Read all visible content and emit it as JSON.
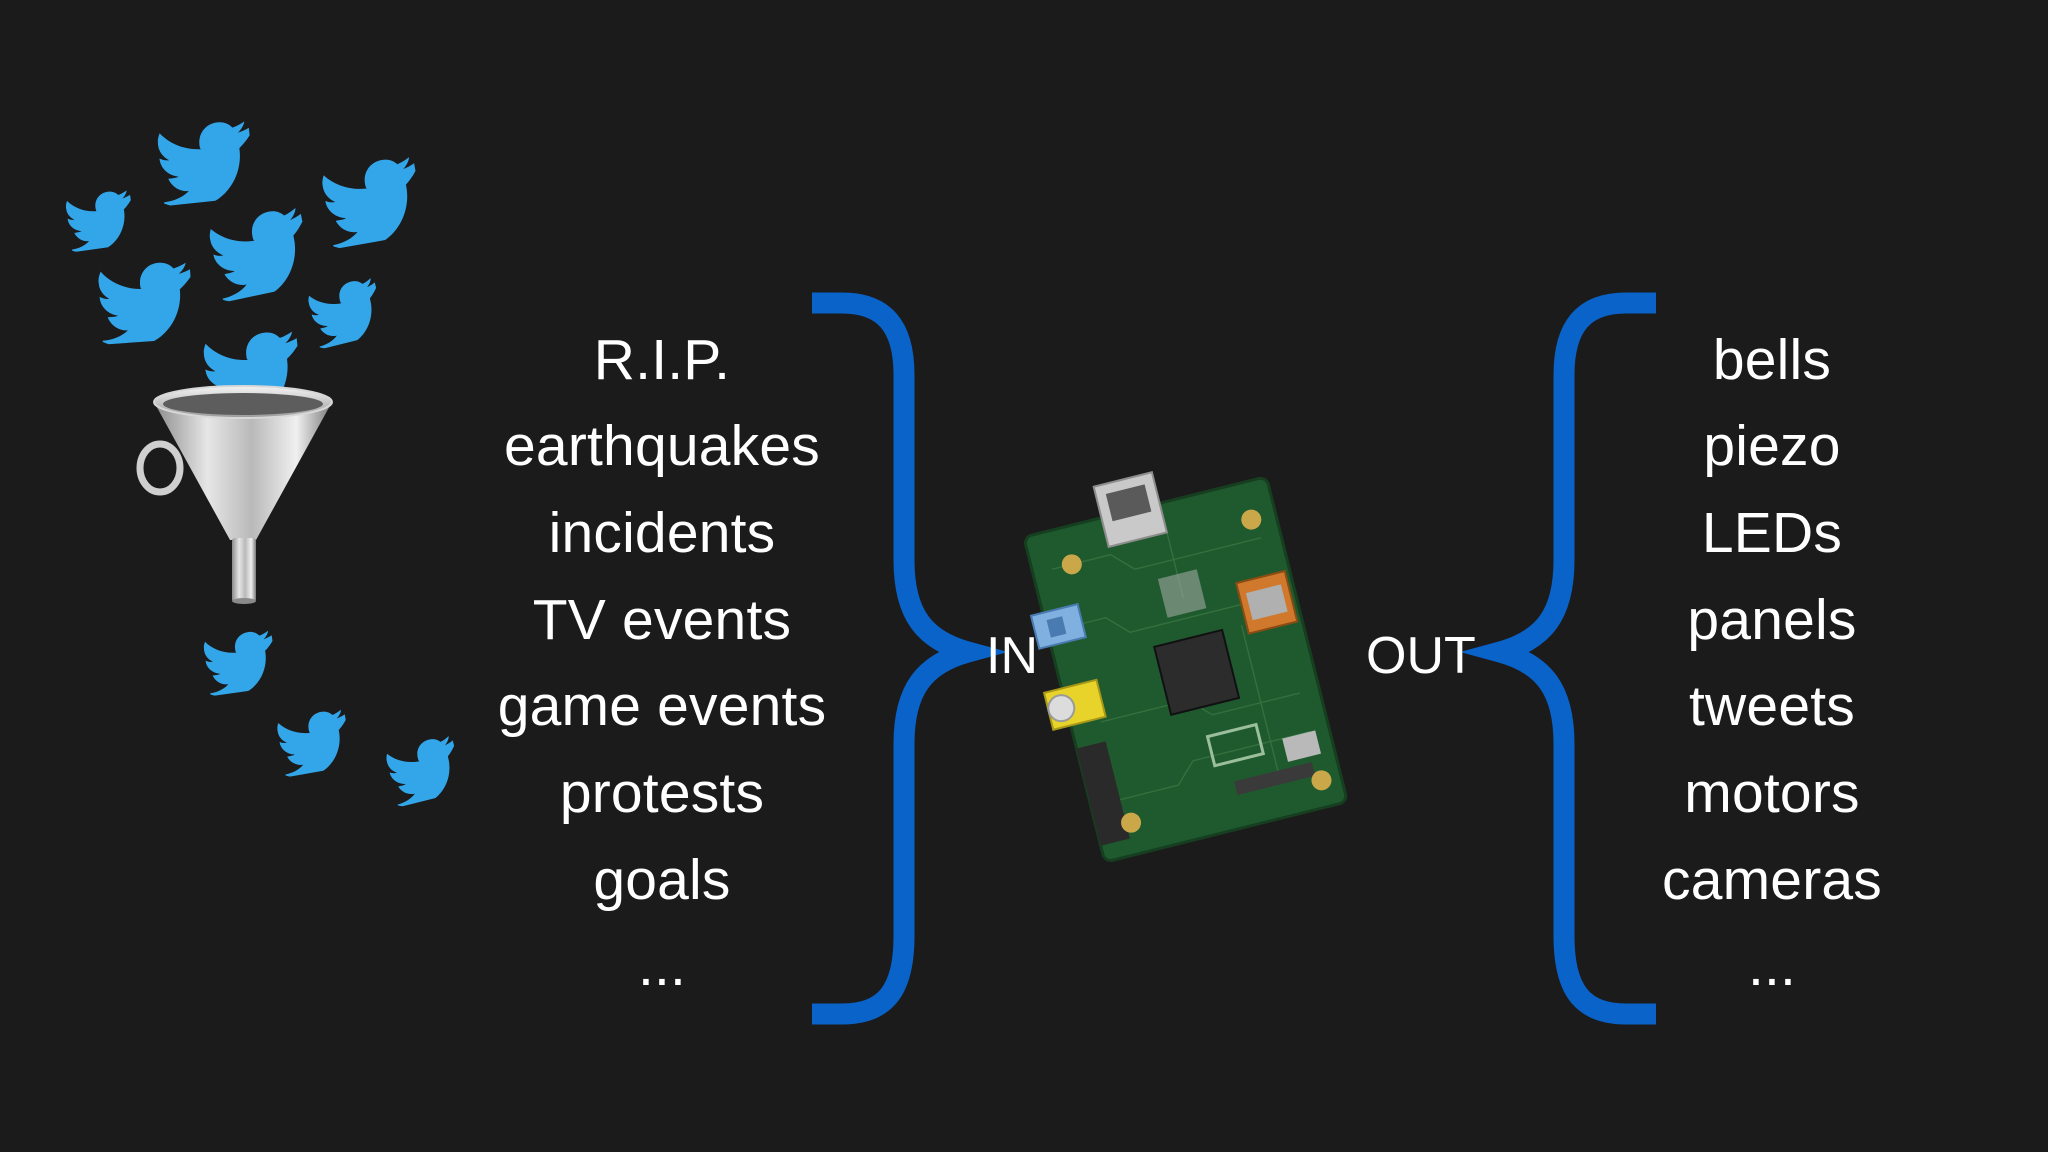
{
  "inputs": {
    "label": "IN",
    "items": [
      "R.I.P.",
      "earthquakes",
      "incidents",
      "TV events",
      "game events",
      "protests",
      "goals",
      "..."
    ]
  },
  "outputs": {
    "label": "OUT",
    "items": [
      "bells",
      "piezo",
      "LEDs",
      "panels",
      "tweets",
      "motors",
      "cameras",
      "..."
    ]
  },
  "icons": {
    "bird": "twitter-bird-icon",
    "funnel": "funnel-icon",
    "board": "raspberry-pi-board"
  },
  "colors": {
    "background": "#1b1b1c",
    "text": "#ffffff",
    "brace": "#0a63c9",
    "bird": "#33a6ea",
    "board": "#1f5a2e"
  }
}
